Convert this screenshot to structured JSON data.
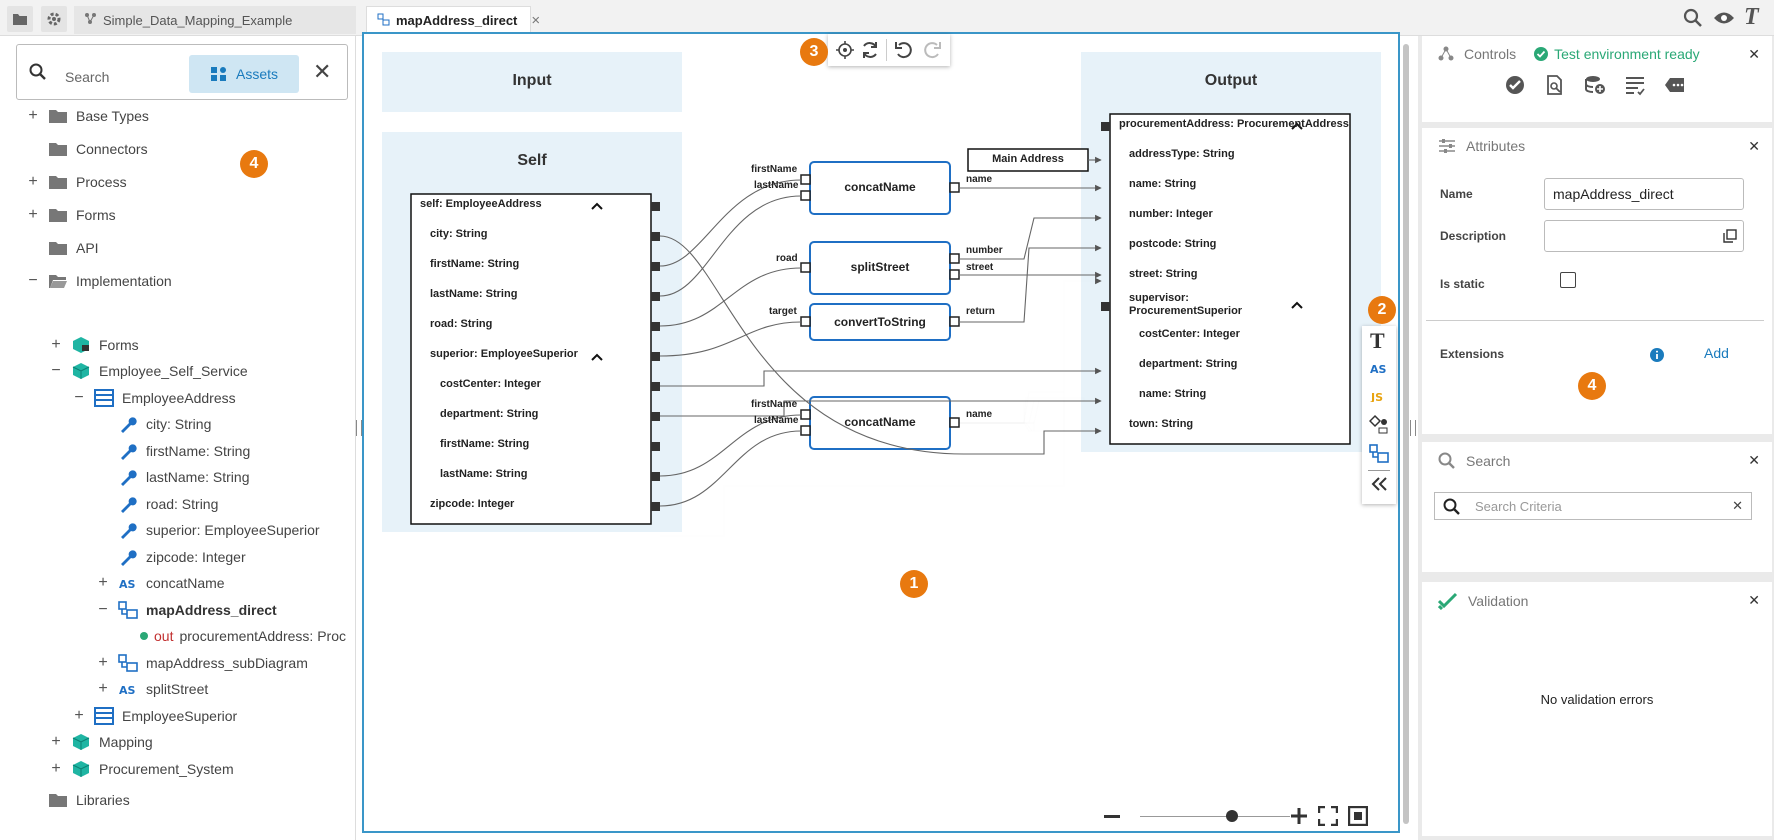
{
  "topbar": {
    "tabs": [
      {
        "label": "Simple_Data_Mapping_Example"
      },
      {
        "label": "mapAddress_direct",
        "close": "×"
      }
    ]
  },
  "left": {
    "search_placeholder": "Search",
    "assets_label": "Assets",
    "clear": "✕",
    "tree": [
      {
        "label": "Base Types",
        "exp": "+"
      },
      {
        "label": "Connectors",
        "exp": ""
      },
      {
        "label": "Process",
        "exp": "+"
      },
      {
        "label": "Forms",
        "exp": "+"
      },
      {
        "label": "API",
        "exp": ""
      },
      {
        "label": "Implementation",
        "exp": "−"
      },
      {
        "label": "Forms",
        "exp": "+"
      },
      {
        "label": "Employee_Self_Service",
        "exp": "−"
      },
      {
        "label": "EmployeeAddress",
        "exp": "−"
      },
      {
        "label": "city: String"
      },
      {
        "label": "firstName: String"
      },
      {
        "label": "lastName: String"
      },
      {
        "label": "road: String"
      },
      {
        "label": "superior: EmployeeSuperior"
      },
      {
        "label": "zipcode: Integer"
      },
      {
        "label": "concatName",
        "exp": "+"
      },
      {
        "label": "mapAddress_direct",
        "exp": "−"
      },
      {
        "label": "procurementAddress: Proc",
        "prefix": "out"
      },
      {
        "label": "mapAddress_subDiagram",
        "exp": "+"
      },
      {
        "label": "splitStreet",
        "exp": "+"
      },
      {
        "label": "EmployeeSuperior",
        "exp": "+"
      },
      {
        "label": "Mapping",
        "exp": "+"
      },
      {
        "label": "Procurement_System",
        "exp": "+"
      },
      {
        "label": "Libraries",
        "exp": ""
      }
    ]
  },
  "badges": [
    "1",
    "2",
    "3",
    "4",
    "4"
  ],
  "canvas": {
    "input_title": "Input",
    "output_title": "Output",
    "self_title": "Self",
    "self_fields": [
      "self: EmployeeAddress",
      "city: String",
      "firstName: String",
      "lastName: String",
      "road: String",
      "superior: EmployeeSuperior",
      "costCenter: Integer",
      "department: String",
      "firstName: String",
      "lastName: String",
      "zipcode: Integer"
    ],
    "output_fields": [
      "procurementAddress: ProcurementAddress",
      "addressType: String",
      "name: String",
      "number: Integer",
      "postcode: String",
      "street: String",
      "supervisor:",
      "ProcurementSuperior",
      "costCenter: Integer",
      "department: String",
      "name: String",
      "town: String"
    ],
    "functions": [
      "concatName",
      "splitStreet",
      "convertToString",
      "concatName"
    ],
    "constant": "Main Address",
    "port_labels": {
      "firstName": "firstName",
      "lastName": "lastName",
      "road": "road",
      "target": "target",
      "name": "name",
      "number": "number",
      "street": "street",
      "return": "return"
    }
  },
  "right": {
    "controls_title": "Controls",
    "status": "Test environment ready",
    "attributes_title": "Attributes",
    "name_label": "Name",
    "name_value": "mapAddress_direct",
    "description_label": "Description",
    "static_label": "Is static",
    "extensions_label": "Extensions",
    "add_label": "Add",
    "search_title": "Search",
    "search_placeholder": "Search Criteria",
    "validation_title": "Validation",
    "validation_msg": "No validation errors",
    "close": "✕"
  },
  "colors": {
    "accent": "#3a96c8",
    "badge": "#e8790f",
    "green": "#2aa876",
    "tree_blue": "#1f6fc4"
  }
}
